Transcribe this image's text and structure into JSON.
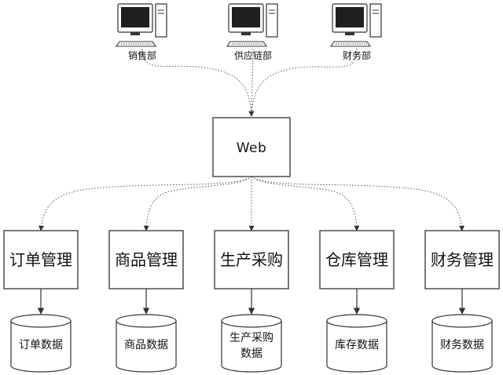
{
  "clients": [
    {
      "label": "销售部",
      "icon": "desktop-computer-icon"
    },
    {
      "label": "供应链部",
      "icon": "desktop-computer-icon"
    },
    {
      "label": "财务部",
      "icon": "desktop-computer-icon"
    }
  ],
  "server": {
    "label": "Web"
  },
  "modules": [
    {
      "label": "订单管理"
    },
    {
      "label": "商品管理"
    },
    {
      "label": "生产采购"
    },
    {
      "label": "仓库管理"
    },
    {
      "label": "财务管理"
    }
  ],
  "databases": [
    {
      "lines": [
        "订单数据"
      ],
      "icon": "database-cylinder-icon"
    },
    {
      "lines": [
        "商品数据"
      ],
      "icon": "database-cylinder-icon"
    },
    {
      "lines": [
        "生产采购",
        "数据"
      ],
      "icon": "database-cylinder-icon"
    },
    {
      "lines": [
        "库存数据"
      ],
      "icon": "database-cylinder-icon"
    },
    {
      "lines": [
        "财务数据"
      ],
      "icon": "database-cylinder-icon"
    }
  ],
  "colors": {
    "stroke": "#333333",
    "edge": "#555555",
    "screen": "#1f1f1f",
    "computer_body": "#ffffff"
  }
}
